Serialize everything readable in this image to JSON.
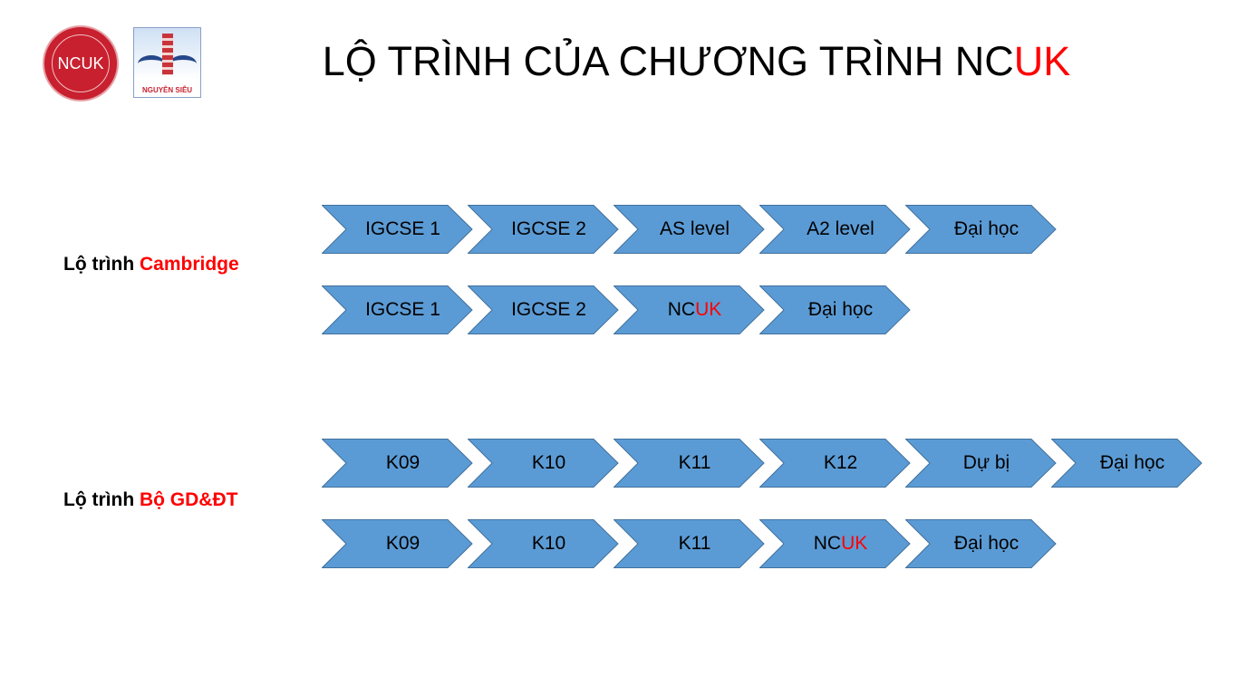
{
  "title": {
    "main": "LỘ TRÌNH CỦA CHƯƠNG TRÌNH NC",
    "highlight": "UK"
  },
  "logos": {
    "ncuk": "NCUK",
    "school": "NGUYỄN SIÊU"
  },
  "colors": {
    "chevron_fill": "#5b9bd5",
    "chevron_border": "#41719c",
    "highlight": "#ff0000"
  },
  "routes": [
    {
      "prefix": "Lộ trình ",
      "name": "Cambridge",
      "paths": [
        [
          [
            {
              "text": "IGCSE 1"
            }
          ],
          [
            {
              "text": "IGCSE 2"
            }
          ],
          [
            {
              "text": "AS level"
            }
          ],
          [
            {
              "text": "A2 level"
            }
          ],
          [
            {
              "text": "Đại học"
            }
          ]
        ],
        [
          [
            {
              "text": "IGCSE 1"
            }
          ],
          [
            {
              "text": "IGCSE 2"
            }
          ],
          [
            {
              "text": "NC"
            },
            {
              "text": "UK",
              "red": true
            }
          ],
          [
            {
              "text": "Đại học"
            }
          ]
        ]
      ]
    },
    {
      "prefix": "Lộ trình ",
      "name": "Bộ GD&ĐT",
      "paths": [
        [
          [
            {
              "text": "K09"
            }
          ],
          [
            {
              "text": "K10"
            }
          ],
          [
            {
              "text": "K11"
            }
          ],
          [
            {
              "text": "K12"
            }
          ],
          [
            {
              "text": "Dự bị"
            }
          ],
          [
            {
              "text": "Đại học"
            }
          ]
        ],
        [
          [
            {
              "text": "K09"
            }
          ],
          [
            {
              "text": "K10"
            }
          ],
          [
            {
              "text": "K11"
            }
          ],
          [
            {
              "text": "NC"
            },
            {
              "text": "UK",
              "red": true
            }
          ],
          [
            {
              "text": "Đại học"
            }
          ]
        ]
      ]
    }
  ]
}
